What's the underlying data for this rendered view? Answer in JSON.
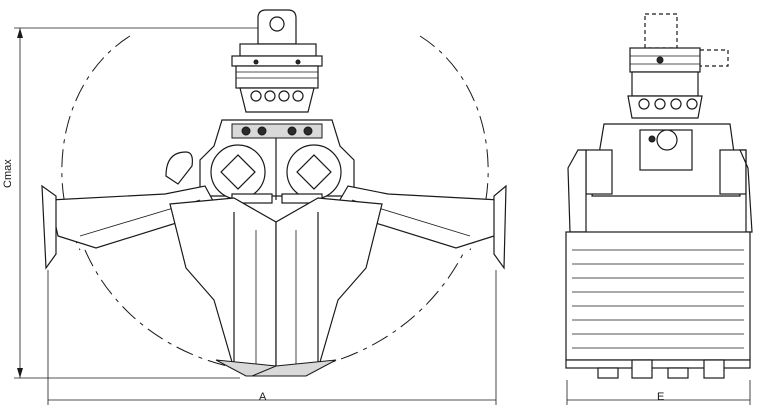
{
  "dimensions": {
    "vertical_label": "Cmax",
    "width_label": "A",
    "depth_label": "E"
  }
}
